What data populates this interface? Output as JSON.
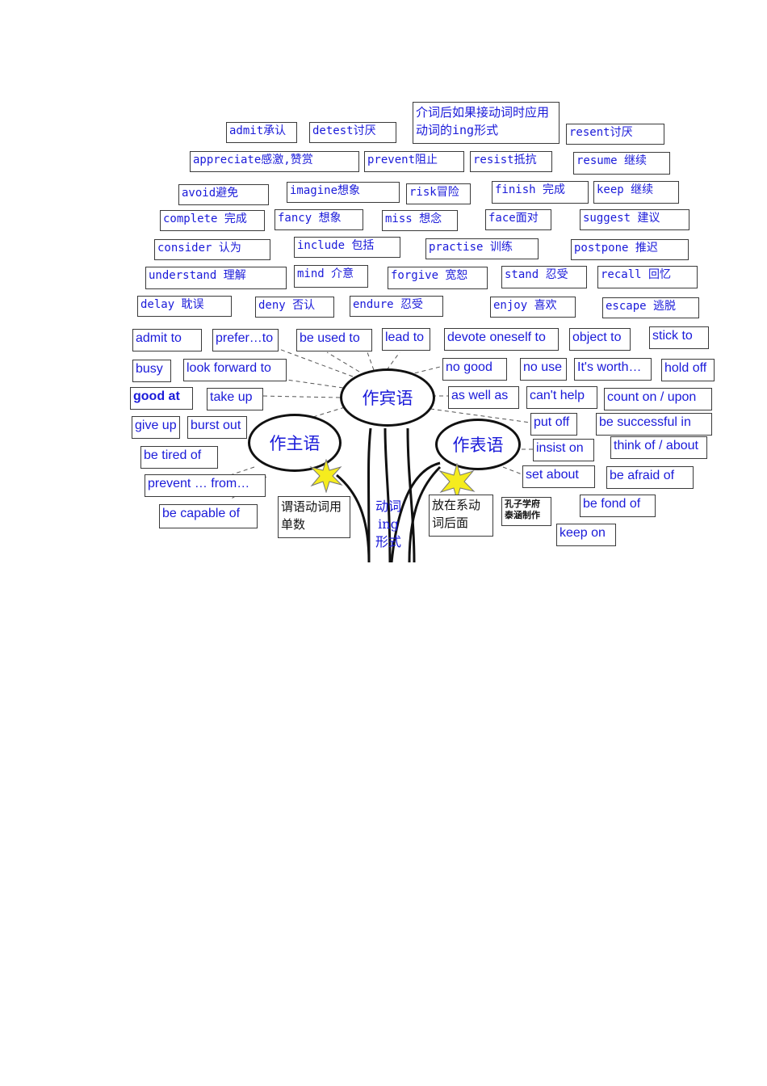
{
  "note": {
    "text": "介词后如果接动词时应用动词的ing形式"
  },
  "center": {
    "label": "动词ing形式"
  },
  "ovals": {
    "object": "作宾语",
    "subject": "作主语",
    "predicative": "作表语"
  },
  "subject_note": "谓语动词用单数",
  "predicative_note": "放在系动词后面",
  "credit": "孔子学府 泰涵制作",
  "top_verbs": [
    "admit承认",
    "detest讨厌",
    "resent讨厌",
    "appreciate感激,赞赏",
    "prevent阻止",
    "resist抵抗",
    "resume 继续",
    "avoid避免",
    "imagine想象",
    "risk冒险",
    "finish 完成",
    "keep 继续",
    "complete 完成",
    "fancy 想象",
    "miss 想念",
    "face面对",
    "suggest 建议",
    "consider 认为",
    "include 包括",
    "practise 训练",
    "postpone 推迟",
    "understand 理解",
    "mind 介意",
    "forgive 宽恕",
    "stand 忍受",
    "recall 回忆",
    "delay 耽误",
    "deny 否认",
    "endure 忍受",
    "enjoy 喜欢",
    "escape 逃脱"
  ],
  "phrases": [
    "admit to",
    "prefer…to",
    "be used to",
    "lead to",
    "devote oneself to",
    "object to",
    "stick to",
    "busy",
    "look forward to",
    "no good",
    "no use",
    "It's worth…",
    "hold off",
    "good at",
    "take up",
    "as well as",
    "can't help",
    "count on / upon",
    "give up",
    "burst out",
    "put off",
    "be successful in",
    "be tired of",
    "insist on",
    "think of / about",
    "prevent … from…",
    "set about",
    "be afraid of",
    "be capable of",
    "be fond of",
    "keep on"
  ]
}
